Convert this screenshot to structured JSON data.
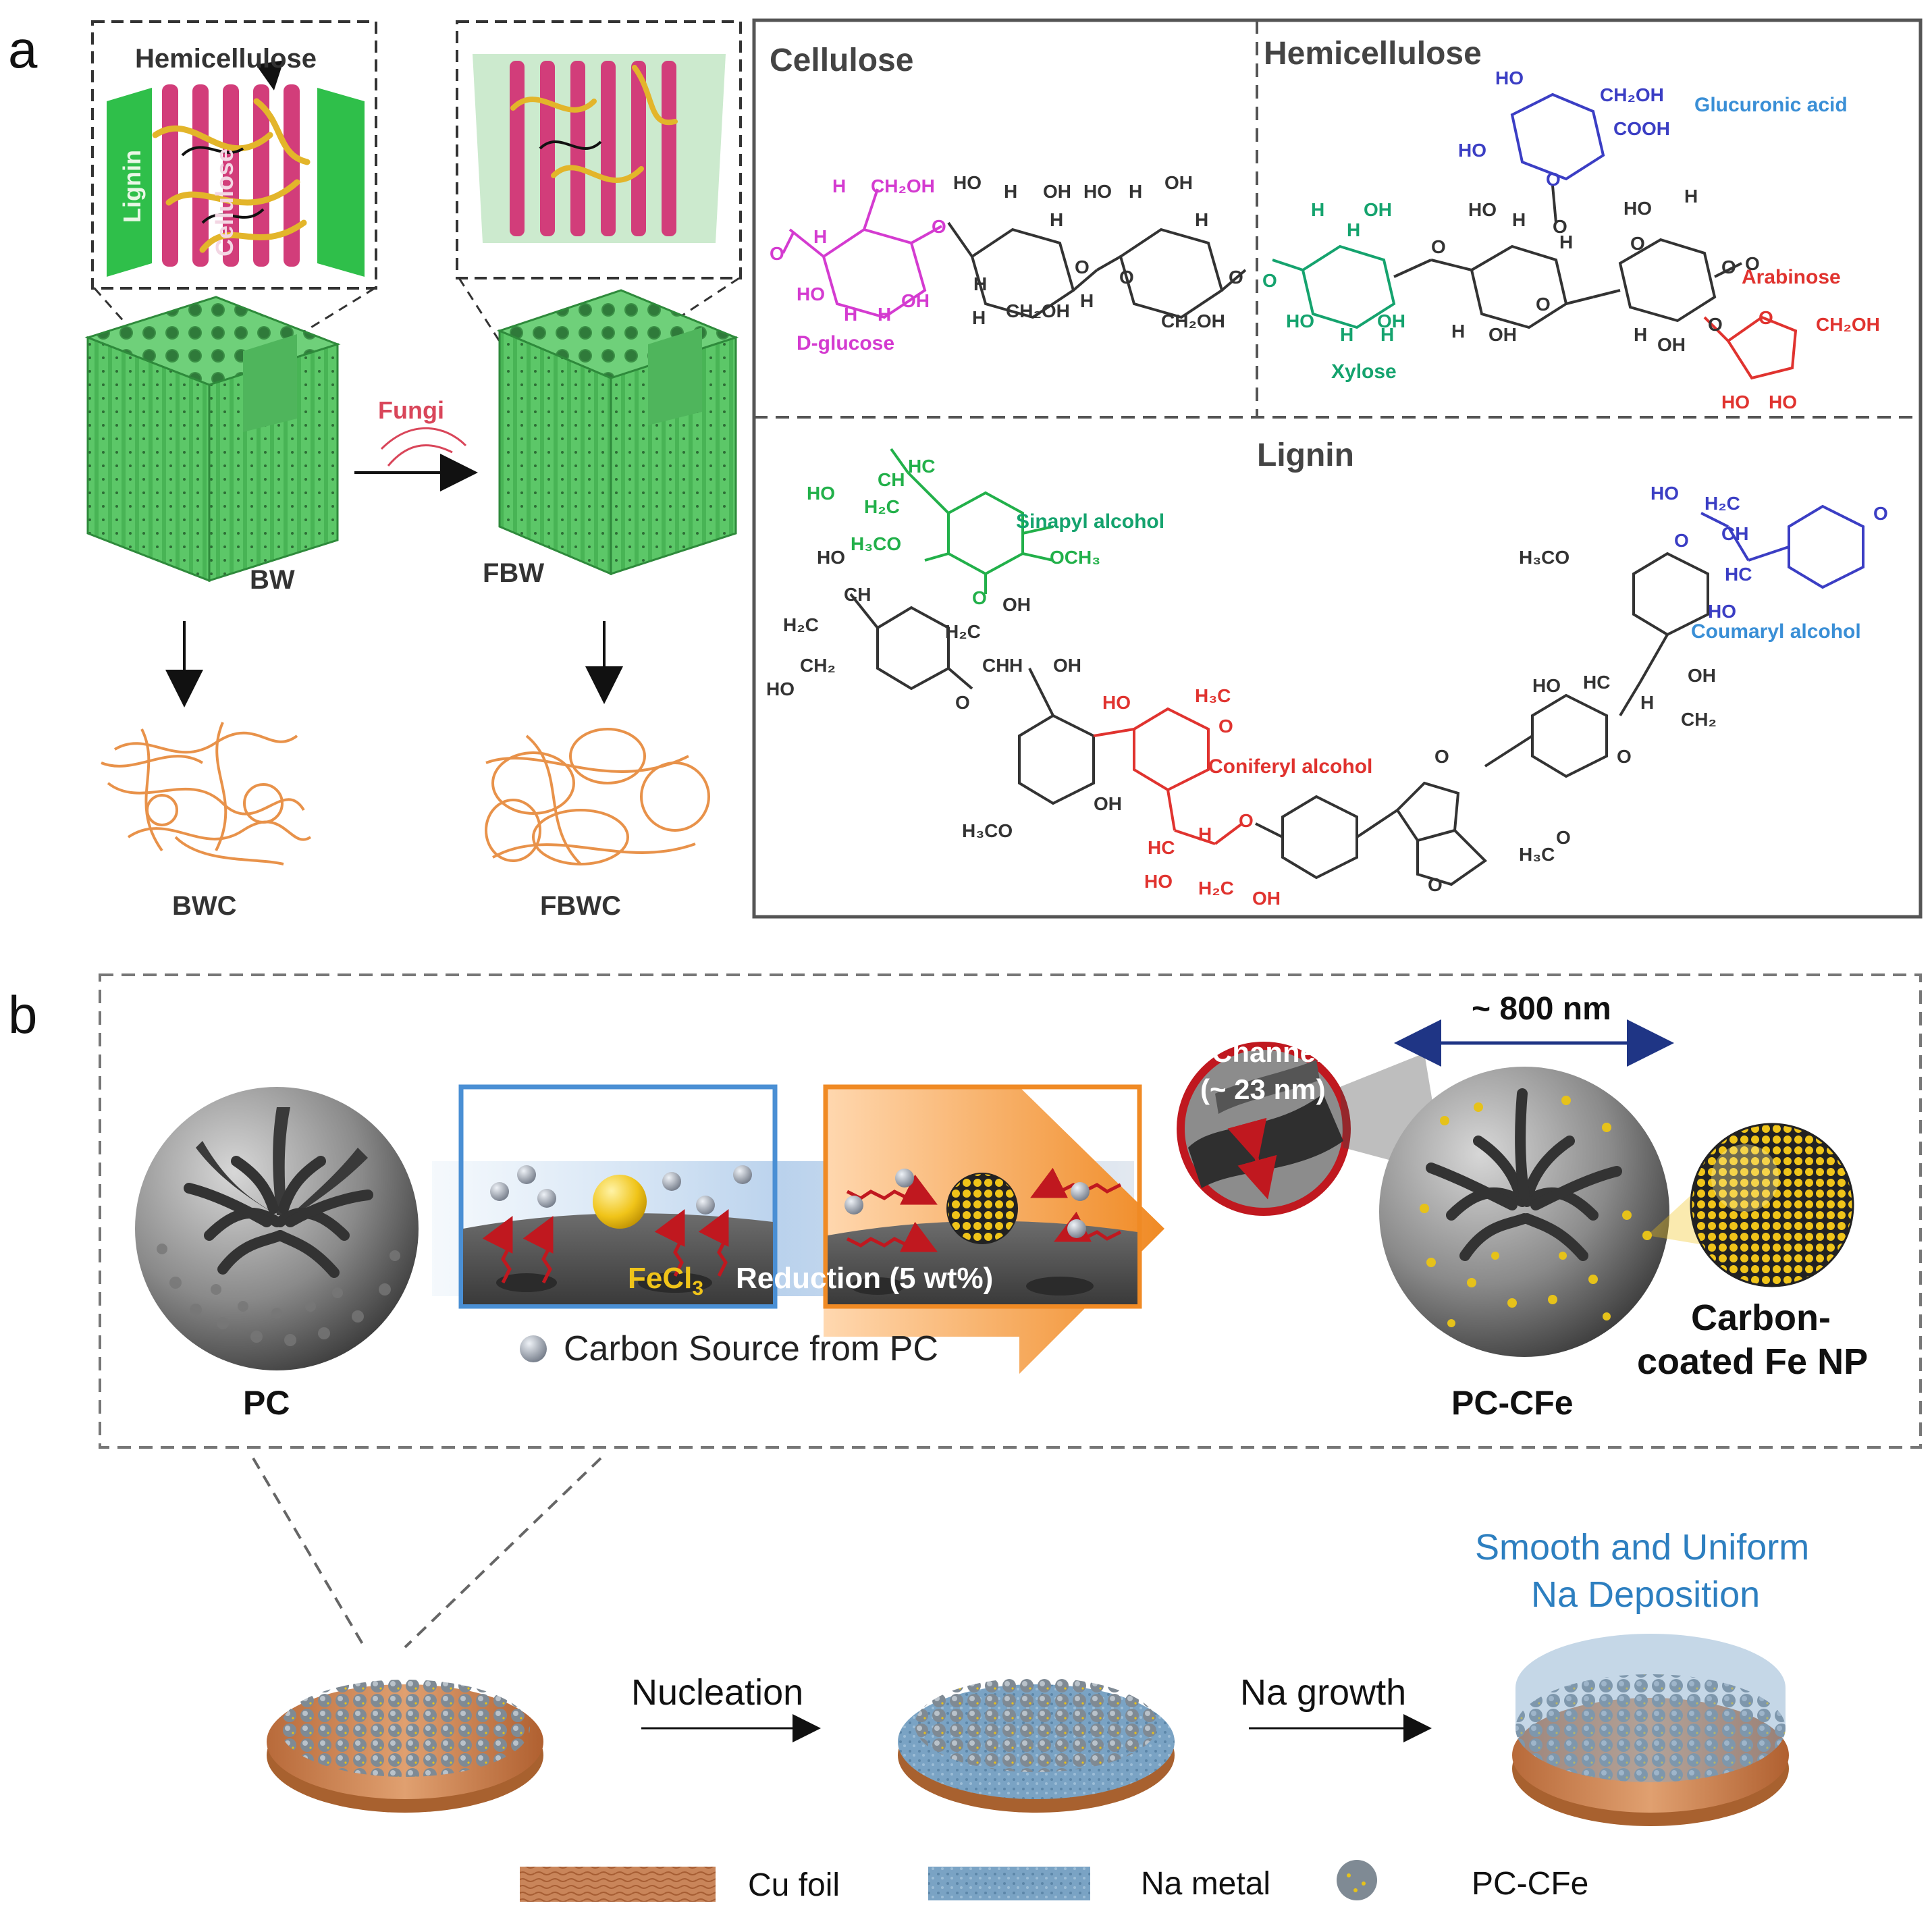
{
  "panel_a": {
    "letter": "a",
    "wood": {
      "inset_labels": {
        "hemicellulose": "Hemicellulose",
        "lignin": "Lignin",
        "cellulose": "Cellulose"
      },
      "arrow_label": "Fungi",
      "block_left": "BW",
      "block_right": "FBW",
      "carbon_left": "BWC",
      "carbon_right": "FBWC"
    },
    "chem": {
      "cellulose_title": "Cellulose",
      "hemicellulose_title": "Hemicellulose",
      "lignin_title": "Lignin",
      "d_glucose": "D-glucose",
      "xylose": "Xylose",
      "glucuronic_acid": "Glucuronic acid",
      "arabinose": "Arabinose",
      "sinapyl_alcohol": "Sinapyl alcohol",
      "coniferyl_alcohol": "Coniferyl alcohol",
      "coumaryl_alcohol": "Coumaryl alcohol",
      "groups": {
        "ch2oh": "CH₂OH",
        "ho": "HO",
        "oh": "OH",
        "h": "H",
        "o": "O",
        "cooh": "COOH",
        "h3co": "H₃CO",
        "och3": "OCH₃",
        "h2c": "H₂C",
        "ch2": "CH₂",
        "hc": "HC",
        "ch": "CH",
        "h3c": "H₃C"
      }
    }
  },
  "panel_b": {
    "letter": "b",
    "pc": "PC",
    "pc_cfe": "PC-CFe",
    "channel": "Channel",
    "channel_size": "(~ 23 nm)",
    "size_label": "~ 800 nm",
    "fecl3": "FeCl",
    "fecl3_sub": "3",
    "reduction": "Reduction (5 wt%)",
    "carbon_source": "Carbon Source from PC",
    "np_line1": "Carbon-",
    "np_line2": "coated Fe NP",
    "nucleation": "Nucleation",
    "na_growth": "Na growth",
    "smooth_line1": "Smooth and Uniform",
    "smooth_line2": "Na Deposition",
    "legend": {
      "cu_foil": "Cu foil",
      "na_metal": "Na metal",
      "pc_cfe": "PC-CFe"
    }
  },
  "colors": {
    "green": "#5ccf6a",
    "pink": "#d23d7a",
    "lignin_green": "#22b04a",
    "hemi_yellow": "#e3b52a",
    "magenta": "#d43bd0",
    "teal": "#15a36e",
    "purple": "#3b3ec4",
    "light_blue": "#3a8fd6",
    "red": "#e0332f",
    "orange": "#f08a24",
    "box_blue": "#4a8fd4",
    "gold": "#f0c419",
    "copper": "#c97a47",
    "na_blue": "#6f97b8",
    "dark_red": "#c0181f",
    "navy": "#1f3585"
  }
}
